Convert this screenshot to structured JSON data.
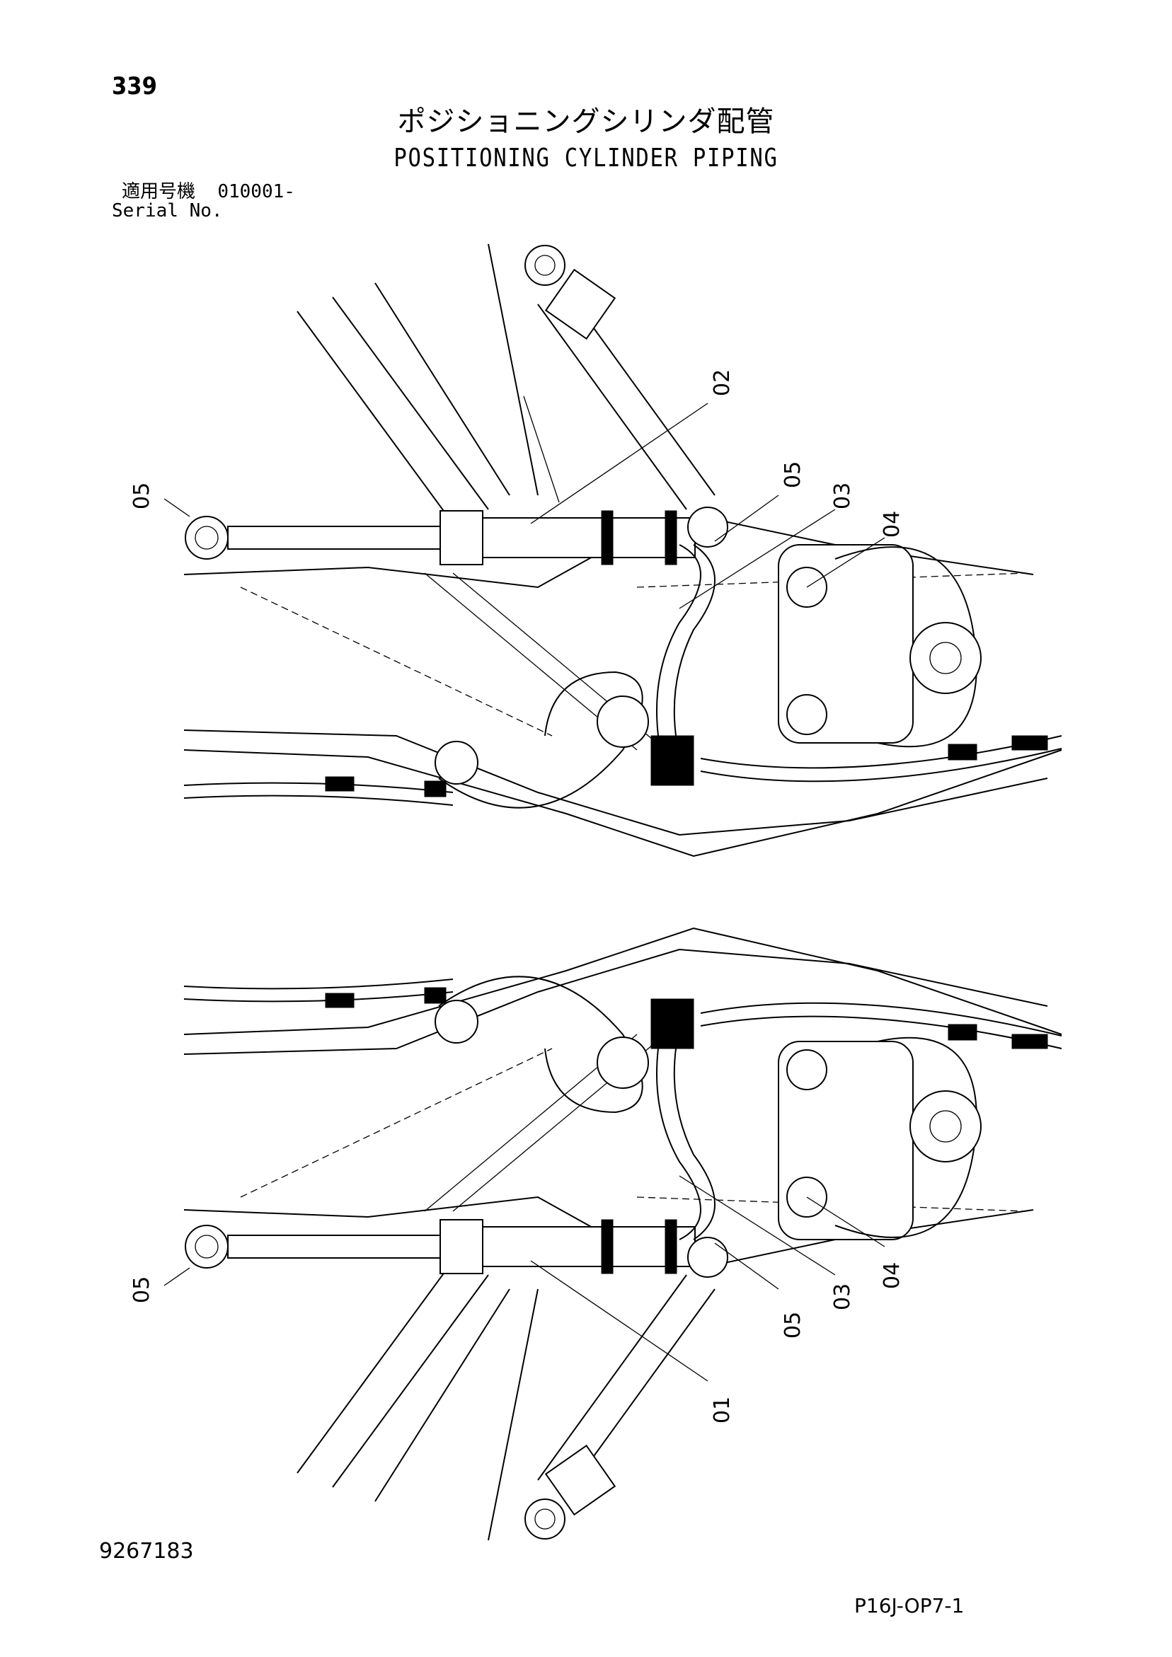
{
  "page_number": "339",
  "title_jp": "ポジショニングシリンダ配管",
  "title_en": "POSITIONING CYLINDER PIPING",
  "serial": {
    "label_jp": "適用号機",
    "value": "010001-",
    "label_en": "Serial No."
  },
  "top_view": {
    "callouts": [
      "05",
      "02",
      "05",
      "03",
      "04"
    ]
  },
  "bottom_view": {
    "callouts": [
      "05",
      "01",
      "05",
      "03",
      "04"
    ]
  },
  "document_number": "9267183",
  "sheet_code": "P16J-OP7-1"
}
